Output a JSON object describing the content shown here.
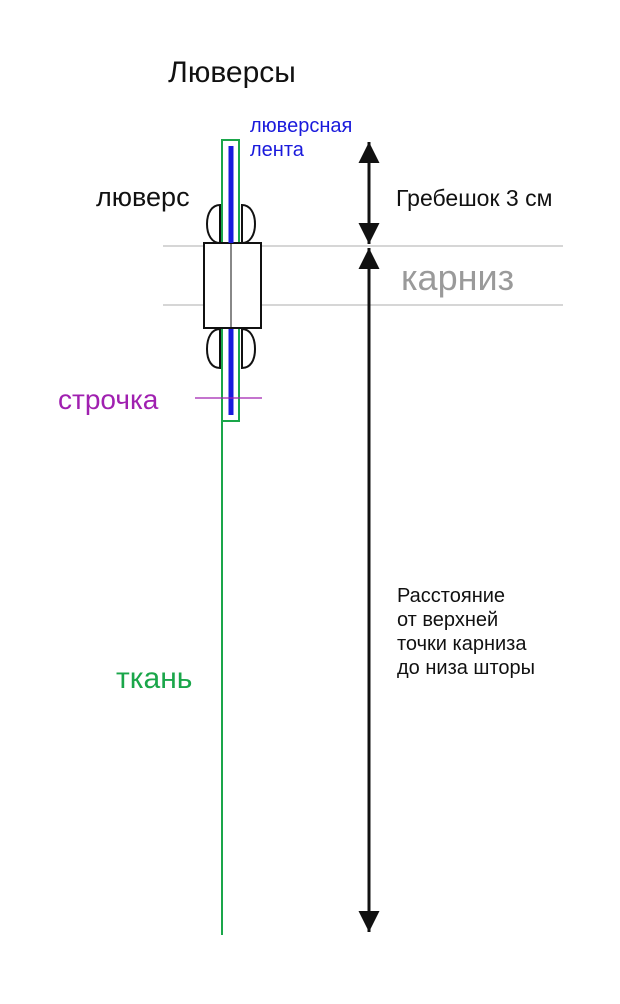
{
  "title": "Люверсы",
  "labels": {
    "grommet_tape": [
      "люверсная",
      "лента"
    ],
    "grommet": "люверс",
    "header": "Гребешок 3 см",
    "rod": "карниз",
    "stitch": "строчка",
    "fabric": "ткань",
    "distance": [
      "Расстояние",
      "от верхней",
      "точки карниза",
      "до низа шторы"
    ]
  },
  "colors": {
    "fabric": "#1aa64a",
    "tape": "#1a1adc",
    "stitch": "#a020b0",
    "rod_lines": "#c8c8c8",
    "rod_text": "#9a9a9a",
    "text": "#111111",
    "arrows": "#111111",
    "grommet_outline": "#111111"
  }
}
